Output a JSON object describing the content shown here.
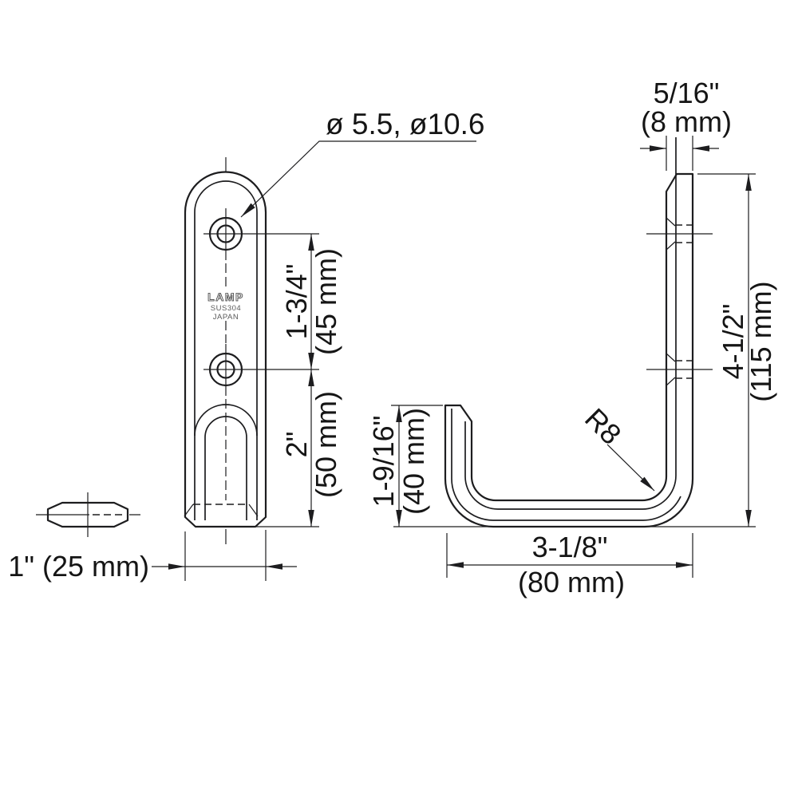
{
  "colors": {
    "part_fill": "#e7f0fa",
    "line": "#1d1d1f"
  },
  "labels": {
    "hole_diameters": "ø 5.5, ø10.6",
    "front_view": {
      "brand": "LAMP",
      "material": "SUS304",
      "country": "JAPAN",
      "hole_spacing_in": "1-3/4\"",
      "hole_spacing_mm": "(45 mm)",
      "hook_length_in": "2\"",
      "hook_length_mm": "(50 mm)",
      "width": "1\" (25 mm)"
    },
    "side_view": {
      "thickness_in": "5/16\"",
      "thickness_mm": "(8 mm)",
      "height_in": "4-1/2\"",
      "height_mm": "(115 mm)",
      "lip_height_in": "1-9/16\"",
      "lip_height_mm": "(40 mm)",
      "depth_in": "3-1/8\"",
      "depth_mm": "(80 mm)",
      "bend_radius": "R8"
    }
  }
}
